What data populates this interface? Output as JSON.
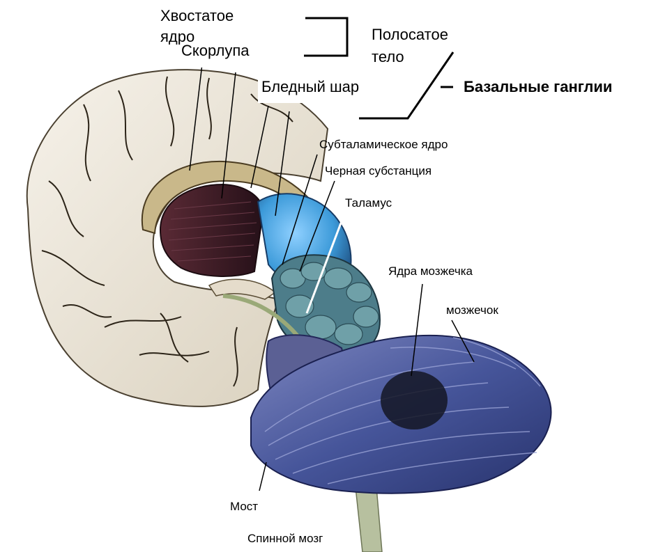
{
  "labels": {
    "caudate": "Хвостатое ядро",
    "putamen": "Скорлупа",
    "striatum": "Полосатое тело",
    "globus_pallidus": "Бледный шар",
    "basal_ganglia": "Базальные ганглии",
    "subthalamic": "Субталамическое ядро",
    "substantia_nigra": "Черная субстанция",
    "thalamus": "Таламус",
    "cerebellar_nuclei": "Ядра мозжечка",
    "cerebellum": "мозжечок",
    "pons": "Мост",
    "spinal_cord": "Спинной мозг"
  },
  "colors": {
    "cortex": "#ece7dc",
    "cortex_shadow": "#bdb29a",
    "putamen_dark": "#3c1c26",
    "pallidus_blue": "#4aa7e6",
    "thalamus_blue": "#3d7fbf",
    "cerebellum": "#4a5a9c",
    "brainstem": "#5b5f94",
    "spinal": "#b9c2a3"
  }
}
